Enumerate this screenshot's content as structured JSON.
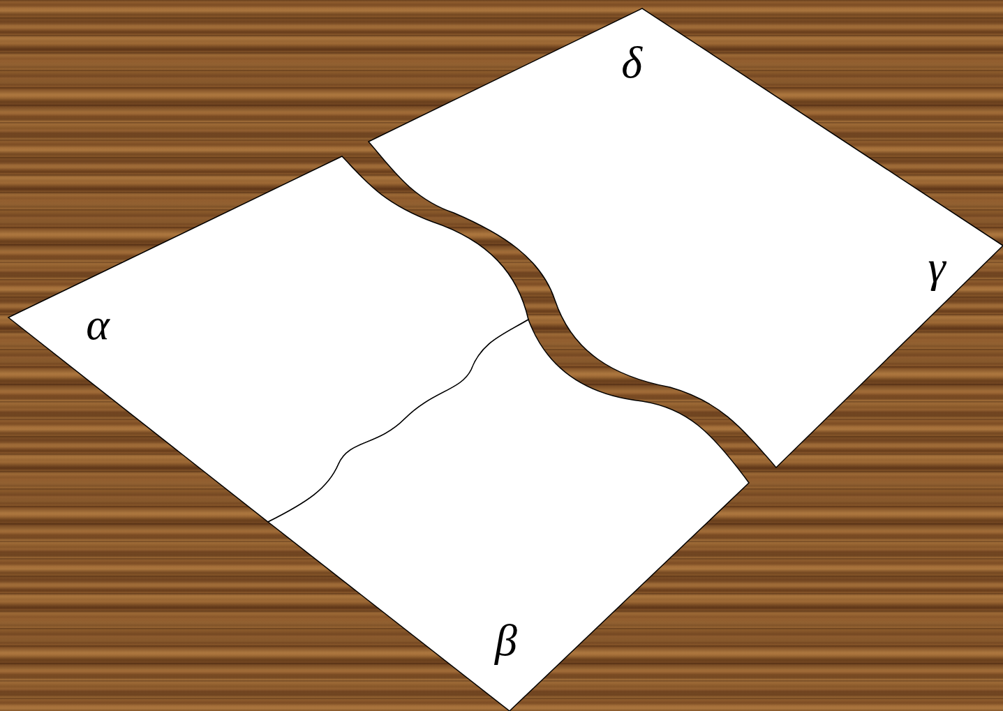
{
  "diagram": {
    "labels": [
      "δ",
      "γ",
      "α",
      "β"
    ]
  }
}
